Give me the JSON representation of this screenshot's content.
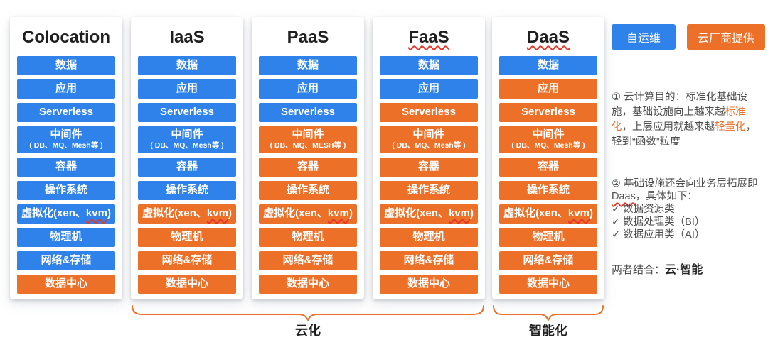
{
  "colors": {
    "blue": "#2E82E9",
    "orange": "#ED7029",
    "squiggle_red": "#E3382C"
  },
  "legend": {
    "self_operated": "自运维",
    "vendor_provided": "云厂商提供"
  },
  "columns": [
    {
      "id": "colocation",
      "title": "Colocation",
      "title_wavy": false,
      "rows": [
        {
          "label": "数据",
          "color": "blue"
        },
        {
          "label": "应用",
          "color": "blue"
        },
        {
          "label": "Serverless",
          "color": "blue"
        },
        {
          "label": "中间件",
          "sub": "( DB、MQ、Mesh等 )",
          "color": "blue"
        },
        {
          "label": "容器",
          "color": "blue"
        },
        {
          "label": "操作系统",
          "color": "blue"
        },
        {
          "parts": [
            {
              "t": "虚拟化(xen、"
            },
            {
              "t": "kvm",
              "wavy": true
            },
            {
              "t": ")"
            }
          ],
          "color": "blue"
        },
        {
          "label": "物理机",
          "color": "blue"
        },
        {
          "label": "网络&存储",
          "color": "blue"
        },
        {
          "label": "数据中心",
          "color": "orange"
        }
      ]
    },
    {
      "id": "iaas",
      "title": "IaaS",
      "title_wavy": false,
      "rows": [
        {
          "label": "数据",
          "color": "blue"
        },
        {
          "label": "应用",
          "color": "blue"
        },
        {
          "label": "Serverless",
          "color": "blue"
        },
        {
          "label": "中间件",
          "sub": "( DB、MQ、Mesh等 )",
          "color": "blue"
        },
        {
          "label": "容器",
          "color": "blue"
        },
        {
          "label": "操作系统",
          "color": "blue"
        },
        {
          "parts": [
            {
              "t": "虚拟化(xen、"
            },
            {
              "t": "kvm",
              "wavy": true
            },
            {
              "t": ")"
            }
          ],
          "color": "orange"
        },
        {
          "label": "物理机",
          "color": "orange"
        },
        {
          "label": "网络&存储",
          "color": "orange"
        },
        {
          "label": "数据中心",
          "color": "orange"
        }
      ]
    },
    {
      "id": "paas",
      "title": "PaaS",
      "title_wavy": false,
      "rows": [
        {
          "label": "数据",
          "color": "blue"
        },
        {
          "label": "应用",
          "color": "blue"
        },
        {
          "label": "Serverless",
          "color": "blue"
        },
        {
          "label": "中间件",
          "sub": "( DB、MQ、MESH等 )",
          "color": "orange"
        },
        {
          "label": "容器",
          "color": "orange"
        },
        {
          "label": "操作系统",
          "color": "orange"
        },
        {
          "parts": [
            {
              "t": "虚拟化(xen、"
            },
            {
              "t": "kvm",
              "wavy": true
            },
            {
              "t": ")"
            }
          ],
          "color": "orange"
        },
        {
          "label": "物理机",
          "color": "orange"
        },
        {
          "label": "网络&存储",
          "color": "orange"
        },
        {
          "label": "数据中心",
          "color": "orange"
        }
      ]
    },
    {
      "id": "faas",
      "title": "FaaS",
      "title_wavy": true,
      "rows": [
        {
          "label": "数据",
          "color": "blue"
        },
        {
          "label": "应用",
          "color": "blue"
        },
        {
          "label": "Serverless",
          "color": "orange"
        },
        {
          "label": "中间件",
          "sub": "( DB、MQ、Mesh等 )",
          "color": "orange"
        },
        {
          "label": "容器",
          "color": "orange"
        },
        {
          "label": "操作系统",
          "color": "orange"
        },
        {
          "parts": [
            {
              "t": "虚拟化(xen、"
            },
            {
              "t": "kvm",
              "wavy": true
            },
            {
              "t": ")"
            }
          ],
          "color": "orange"
        },
        {
          "label": "物理机",
          "color": "orange"
        },
        {
          "label": "网络&存储",
          "color": "orange"
        },
        {
          "label": "数据中心",
          "color": "orange"
        }
      ]
    },
    {
      "id": "daas",
      "title": "DaaS",
      "title_wavy": true,
      "rows": [
        {
          "label": "数据",
          "color": "blue"
        },
        {
          "label": "应用",
          "color": "orange"
        },
        {
          "label": "Serverless",
          "color": "orange"
        },
        {
          "label": "中间件",
          "sub": "( DB、MQ、Mesh等 )",
          "color": "orange"
        },
        {
          "label": "容器",
          "color": "orange"
        },
        {
          "label": "操作系统",
          "color": "orange"
        },
        {
          "parts": [
            {
              "t": "虚拟化(xen、"
            },
            {
              "t": "kvm",
              "wavy": true
            },
            {
              "t": ")"
            }
          ],
          "color": "orange"
        },
        {
          "label": "物理机",
          "color": "orange"
        },
        {
          "label": "网络&存储",
          "color": "orange"
        },
        {
          "label": "数据中心",
          "color": "orange"
        }
      ]
    }
  ],
  "braces": [
    {
      "label": "云化"
    },
    {
      "label": "智能化"
    }
  ],
  "notes": {
    "note1_parts": [
      {
        "t": "① 云计算目的：标准化基础设施，基础设施向上越来越"
      },
      {
        "t": "标准化",
        "orange": true
      },
      {
        "t": "，上层应用就越来越"
      },
      {
        "t": "轻量化",
        "orange": true
      },
      {
        "t": "，轻到“函数”粒度"
      }
    ],
    "note2_head_parts": [
      {
        "t": "② 基础设施还会向业务层拓展即"
      },
      {
        "t": "Daas",
        "wavy": true
      },
      {
        "t": "，具体如下："
      }
    ],
    "note2_check": "✓",
    "note2_items": [
      "数据资源类",
      "数据处理类（BI）",
      "数据应用类（AI）"
    ],
    "conclusion_prefix": "两者结合：",
    "conclusion_emphasis": "云·智能"
  }
}
